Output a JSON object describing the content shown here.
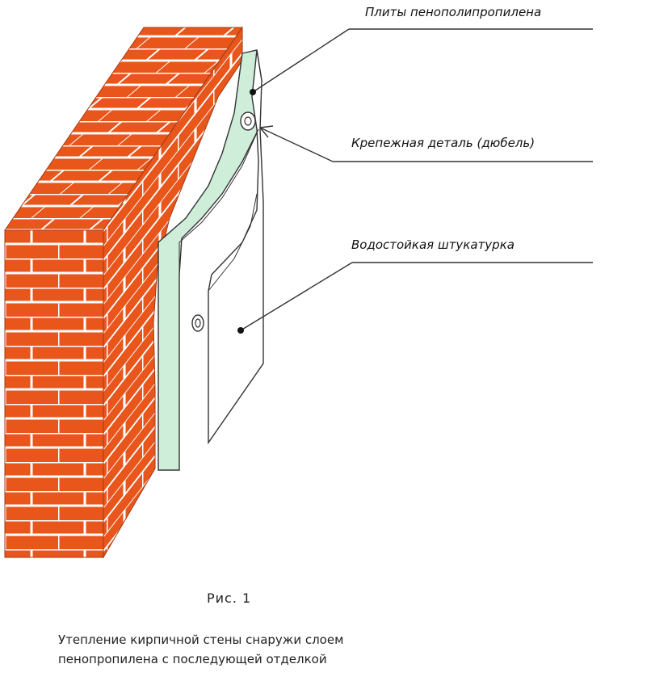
{
  "labels": {
    "foam_plates": "Плиты пенополипропилена",
    "fastener": "Крепежная деталь (дюбель)",
    "plaster": "Водостойкая штукатурка"
  },
  "figure": {
    "number": "Рис. 1",
    "caption_line1": "Утепление кирпичной стены снаружи слоем",
    "caption_line2": "пенопропилена с последующей отделкой"
  },
  "colors": {
    "brick": "#e8561c",
    "mortar": "#ffffff",
    "foam": "#cfeeda",
    "plaster": "#ffffff",
    "outline": "#333333"
  }
}
